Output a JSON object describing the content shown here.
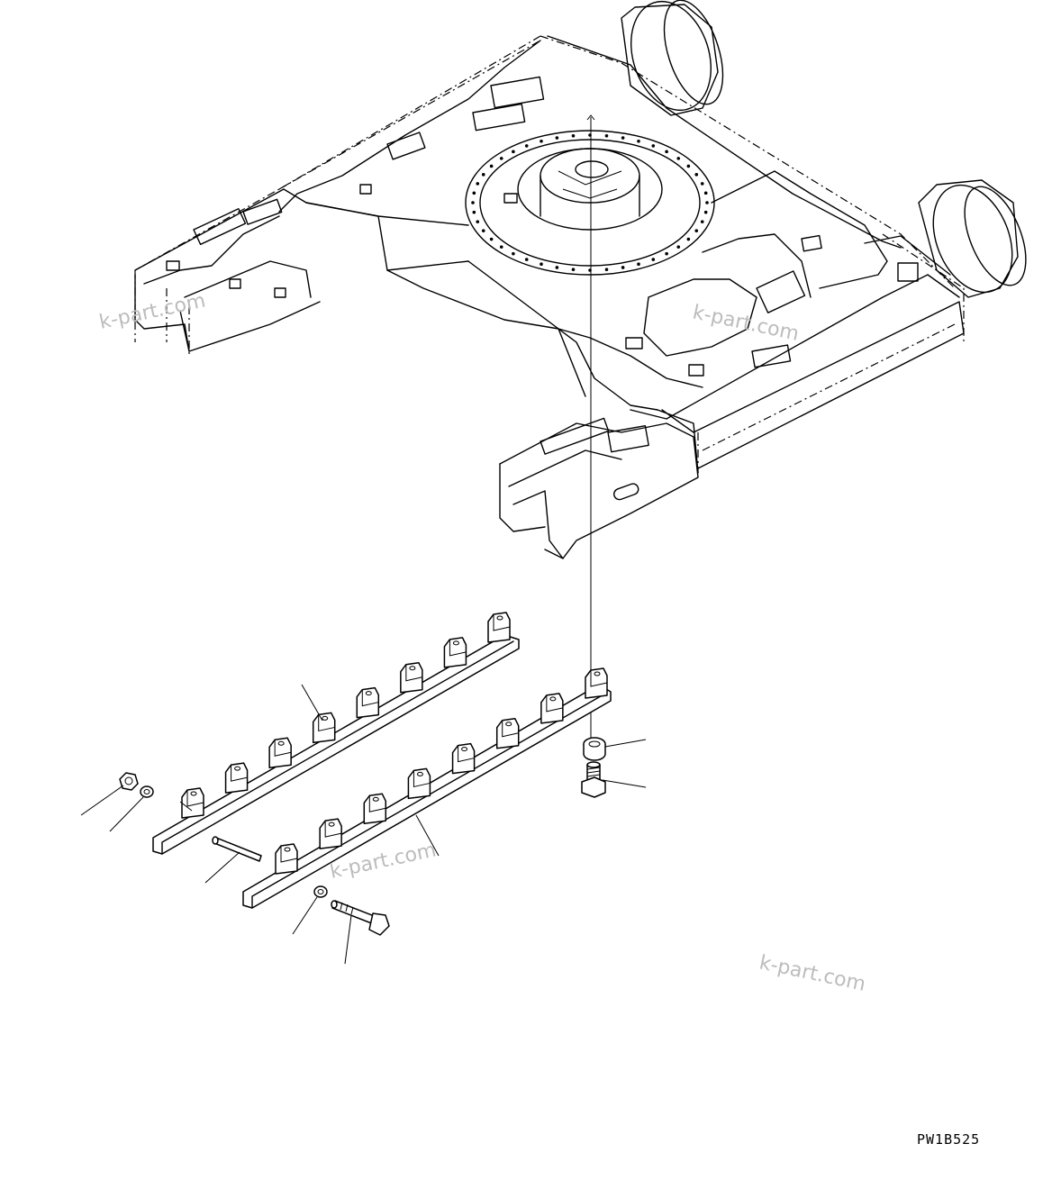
{
  "drawing_code": "PW1B525",
  "watermarks": [
    "k-part.com",
    "k-part.com",
    "k-part.com",
    "k-part.com"
  ],
  "parts": [
    {
      "name": "track-guard-upper"
    },
    {
      "name": "track-guard-lower"
    },
    {
      "name": "spacer"
    },
    {
      "name": "bolt-small"
    },
    {
      "name": "nut"
    },
    {
      "name": "washer-left"
    },
    {
      "name": "pin"
    },
    {
      "name": "washer-front"
    },
    {
      "name": "bolt-long"
    }
  ]
}
